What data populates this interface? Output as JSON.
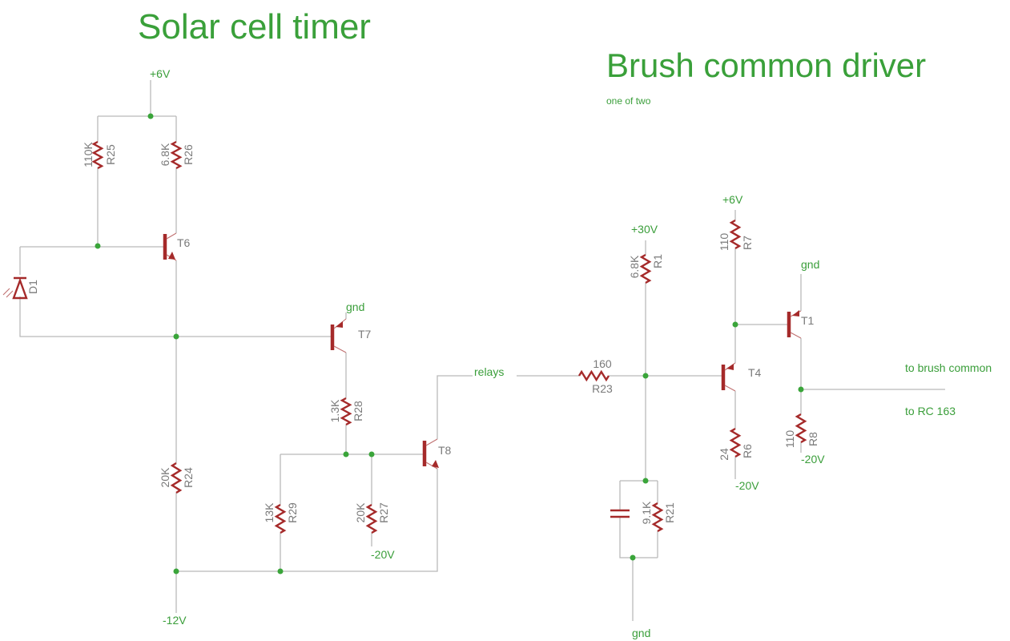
{
  "titles": {
    "left": "Solar cell timer",
    "right": "Brush common driver",
    "right_note": "one of two"
  },
  "nets": {
    "p6v_left": "+6V",
    "gnd_t7": "gnd",
    "m20v_r27": "-20V",
    "m12v": "-12V",
    "relays": "relays",
    "p30v": "+30V",
    "p6v_right": "+6V",
    "gnd_t1": "gnd",
    "m20v_r6": "-20V",
    "m20v_r8": "-20V",
    "gnd_bottom": "gnd",
    "to_brush": "to brush common",
    "to_rc": "to RC 163"
  },
  "parts": {
    "R25": {
      "name": "R25",
      "value": "110K"
    },
    "R26": {
      "name": "R26",
      "value": "6.8K"
    },
    "R24": {
      "name": "R24",
      "value": "20K"
    },
    "R28": {
      "name": "R28",
      "value": "1.3K"
    },
    "R29": {
      "name": "R29",
      "value": "13K"
    },
    "R27": {
      "name": "R27",
      "value": "20K"
    },
    "R23": {
      "name": "R23",
      "value": "160"
    },
    "R1": {
      "name": "R1",
      "value": "6.8K"
    },
    "R21": {
      "name": "R21",
      "value": "9.1K"
    },
    "R7": {
      "name": "R7",
      "value": "110"
    },
    "R6": {
      "name": "R6",
      "value": "24"
    },
    "R8": {
      "name": "R8",
      "value": "110"
    },
    "D1": {
      "name": "D1"
    },
    "T6": {
      "name": "T6"
    },
    "T7": {
      "name": "T7"
    },
    "T8": {
      "name": "T8"
    },
    "T4": {
      "name": "T4"
    },
    "T1": {
      "name": "T1"
    }
  }
}
